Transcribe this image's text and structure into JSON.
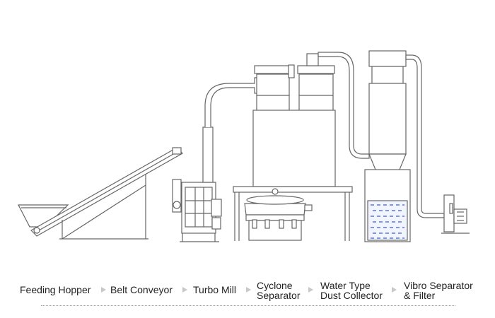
{
  "process_steps": [
    {
      "line1": "Feeding Hopper",
      "line2": ""
    },
    {
      "line1": "Belt Conveyor",
      "line2": ""
    },
    {
      "line1": "Turbo Mill",
      "line2": ""
    },
    {
      "line1": "Cyclone",
      "line2": "Separator"
    },
    {
      "line1": "Water Type",
      "line2": "Dust Collector"
    },
    {
      "line1": "Vibro Separator",
      "line2": "& Filter"
    }
  ],
  "arrow_icon": "triangle-right-icon",
  "colors": {
    "stroke": "#666666",
    "arrow": "#c8c8c8",
    "water": "#3a5fcd",
    "text": "#222222"
  }
}
